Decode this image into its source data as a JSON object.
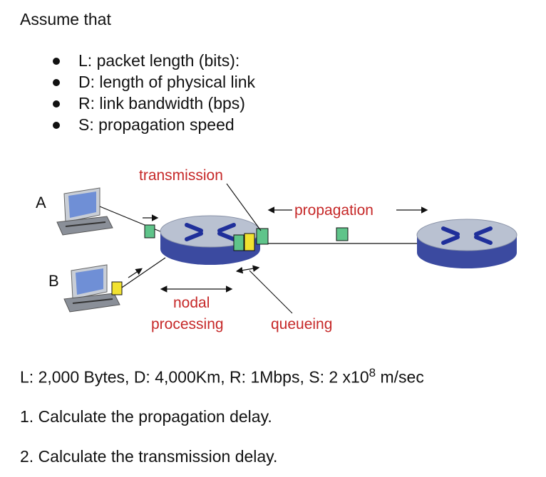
{
  "intro": "Assume that",
  "bullets": [
    "L: packet length (bits):",
    "D: length of physical link",
    "R: link bandwidth (bps)",
    "S: propagation speed"
  ],
  "diagram": {
    "host_a": "A",
    "host_b": "B",
    "transmission": "transmission",
    "propagation": "propagation",
    "nodal": "nodal",
    "processing": "processing",
    "queueing": "queueing",
    "colors": {
      "label_red": "#c62828",
      "router_top": "#b9c1d1",
      "router_side": "#3b4aa0",
      "router_x": "#1f2f9a",
      "packet_green": "#5fc48a",
      "packet_yellow": "#f2e230"
    }
  },
  "params": {
    "text": "L: 2,000 Bytes, D: 4,000Km, R: 1Mbps, S: 2 x10",
    "exponent": "8",
    "unit": " m/sec"
  },
  "questions": [
    "1. Calculate the propagation delay.",
    "2. Calculate the transmission delay."
  ]
}
